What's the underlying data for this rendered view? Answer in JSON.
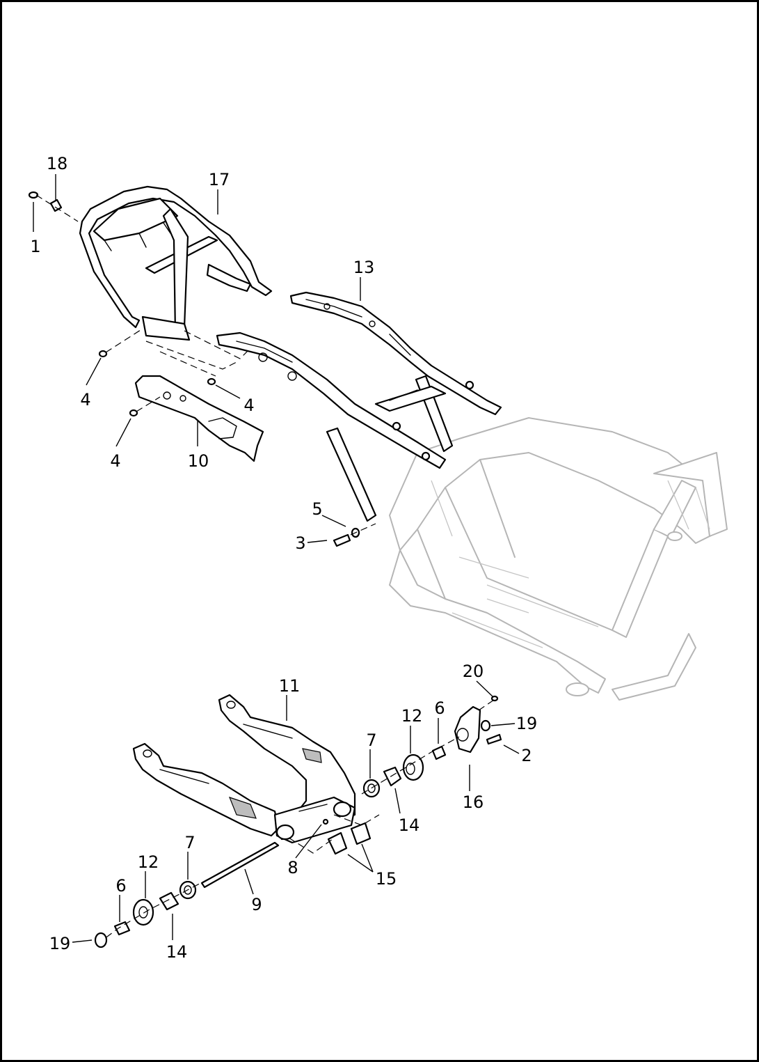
{
  "diagram": {
    "callouts": [
      {
        "id": "callout-18",
        "text": "18"
      },
      {
        "id": "callout-17",
        "text": "17"
      },
      {
        "id": "callout-1",
        "text": "1"
      },
      {
        "id": "callout-13",
        "text": "13"
      },
      {
        "id": "callout-4a",
        "text": "4"
      },
      {
        "id": "callout-4b",
        "text": "4"
      },
      {
        "id": "callout-4c",
        "text": "4"
      },
      {
        "id": "callout-10",
        "text": "10"
      },
      {
        "id": "callout-5",
        "text": "5"
      },
      {
        "id": "callout-3",
        "text": "3"
      },
      {
        "id": "callout-20",
        "text": "20"
      },
      {
        "id": "callout-11",
        "text": "11"
      },
      {
        "id": "callout-12a",
        "text": "12"
      },
      {
        "id": "callout-6a",
        "text": "6"
      },
      {
        "id": "callout-19a",
        "text": "19"
      },
      {
        "id": "callout-7a",
        "text": "7"
      },
      {
        "id": "callout-2",
        "text": "2"
      },
      {
        "id": "callout-16",
        "text": "16"
      },
      {
        "id": "callout-14a",
        "text": "14"
      },
      {
        "id": "callout-8",
        "text": "8"
      },
      {
        "id": "callout-15",
        "text": "15"
      },
      {
        "id": "callout-7b",
        "text": "7"
      },
      {
        "id": "callout-12b",
        "text": "12"
      },
      {
        "id": "callout-6b",
        "text": "6"
      },
      {
        "id": "callout-9",
        "text": "9"
      },
      {
        "id": "callout-19b",
        "text": "19"
      },
      {
        "id": "callout-14b",
        "text": "14"
      }
    ]
  }
}
